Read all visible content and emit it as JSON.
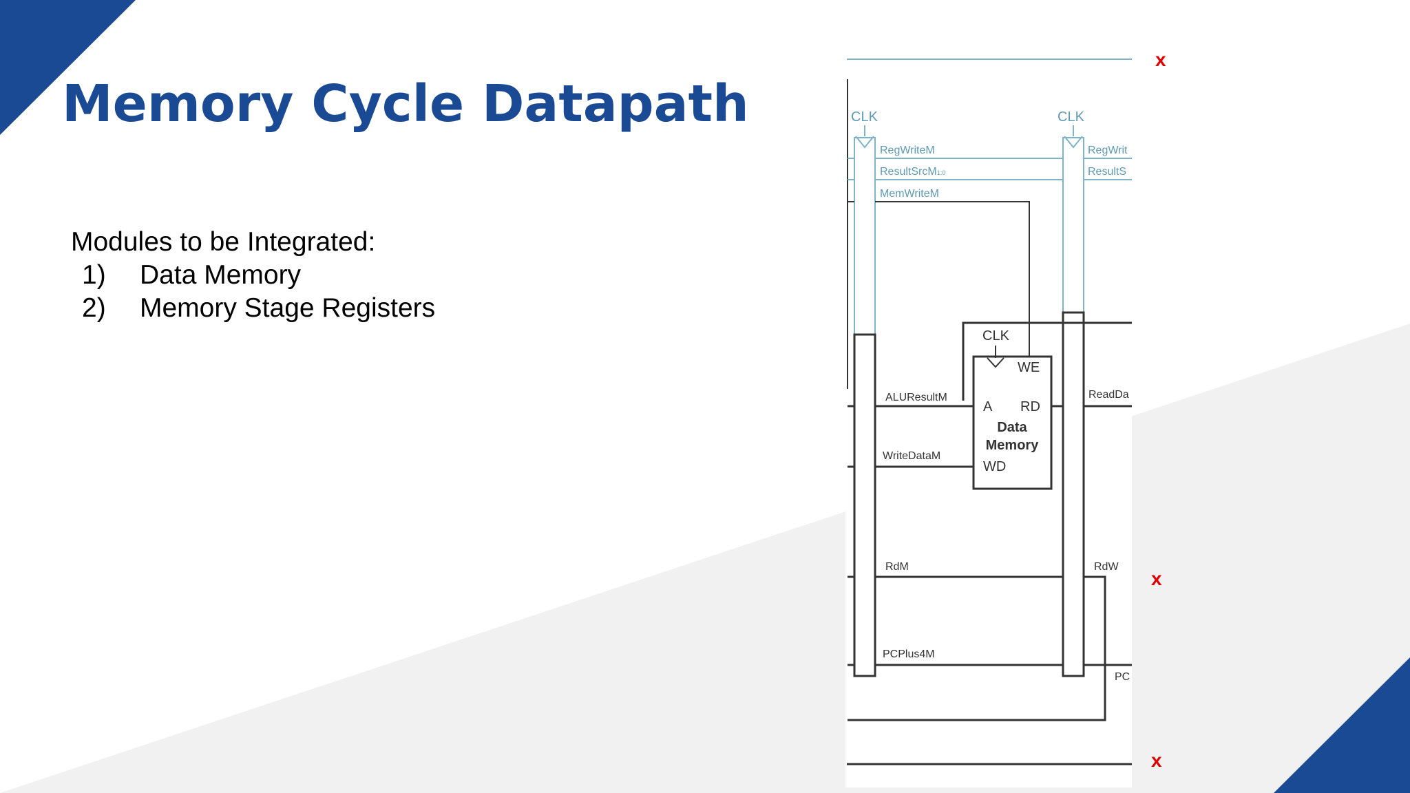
{
  "slide": {
    "title": "Memory Cycle Datapath",
    "modules_heading": "Modules to be Integrated:",
    "modules": [
      {
        "num": "1)",
        "label": "Data Memory"
      },
      {
        "num": "2)",
        "label": "Memory Stage Registers"
      }
    ]
  },
  "colors": {
    "accent": "#1a4a93",
    "control_line": "#7fb3c8",
    "wire": "#333333",
    "marker": "#e00000"
  },
  "diagram": {
    "clk_left": "CLK",
    "clk_right": "CLK",
    "clk_mem": "CLK",
    "reg_write_m": "RegWriteM",
    "result_src_m": "ResultSrcM",
    "result_src_m_sub": "1:0",
    "mem_write_m": "MemWriteM",
    "reg_write_w": "RegWrit",
    "result_src_w": "ResultS",
    "alu_result_m": "ALUResultM",
    "write_data_m": "WriteDataM",
    "rd_m": "RdM",
    "pc_plus4_m": "PCPlus4M",
    "read_data_w": "ReadDa",
    "rd_w": "RdW",
    "pc_w": "PC",
    "mem_we": "WE",
    "mem_a": "A",
    "mem_rd": "RD",
    "mem_name_1": "Data",
    "mem_name_2": "Memory",
    "mem_wd": "WD",
    "markers": [
      "x",
      "x",
      "x"
    ]
  }
}
